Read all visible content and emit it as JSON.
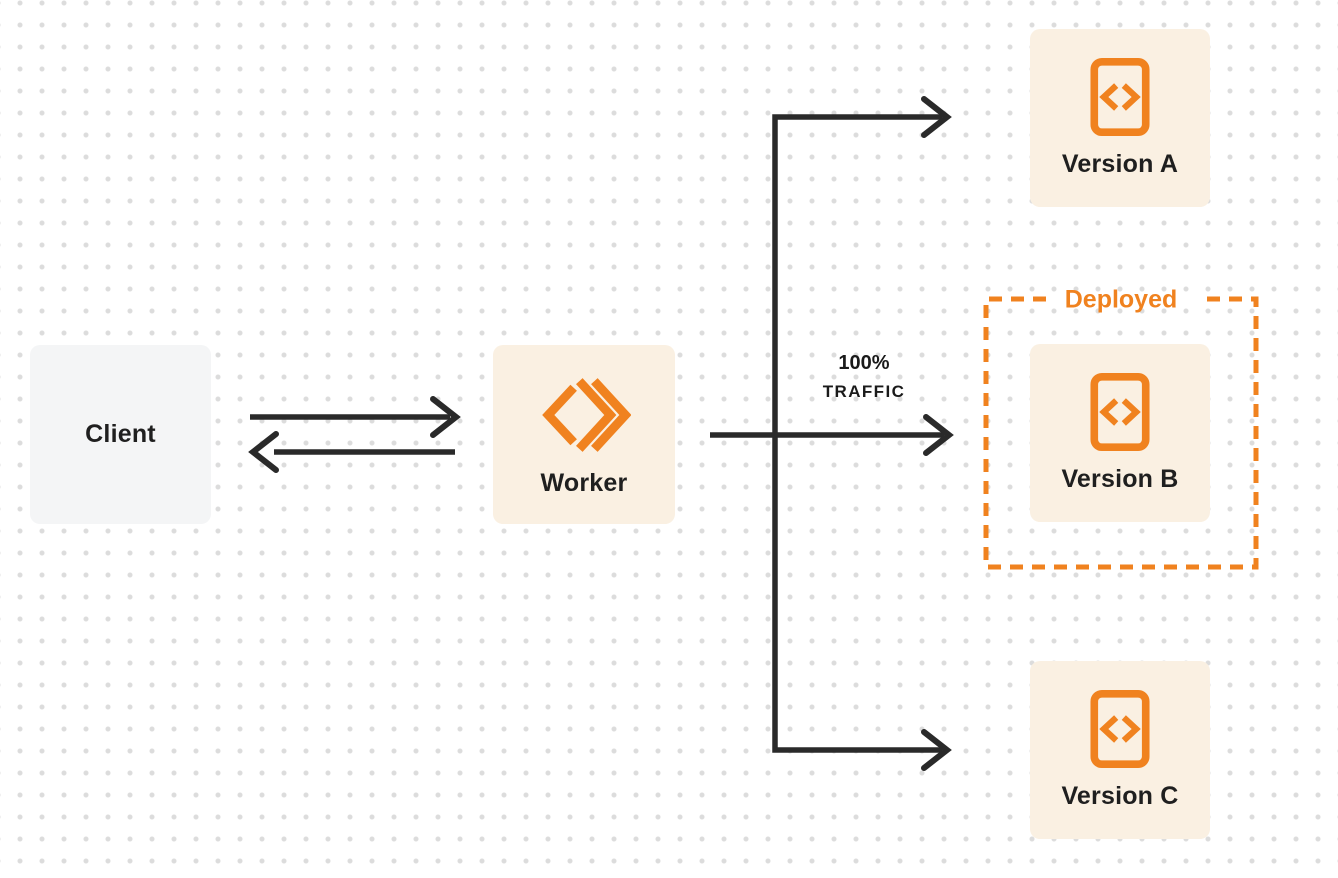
{
  "diagram": {
    "nodes": {
      "client": {
        "label": "Client"
      },
      "worker": {
        "label": "Worker",
        "icon": "workers-logo-icon"
      },
      "version_a": {
        "label": "Version A",
        "icon": "code-file-icon"
      },
      "version_b": {
        "label": "Version B",
        "icon": "code-file-icon"
      },
      "version_c": {
        "label": "Version C",
        "icon": "code-file-icon"
      }
    },
    "annotations": {
      "deployed_group_label": "Deployed",
      "traffic_label": {
        "line1": "100%",
        "line2": "TRAFFIC"
      }
    },
    "colors": {
      "accent_orange": "#F0821F",
      "node_fill_cream": "#FAF0E2",
      "node_fill_gray": "#F4F5F6",
      "arrow_dark": "#2A2A2A",
      "text_dark": "#1F1F1F",
      "grid_dot": "#DCDCDC",
      "background": "#FFFFFF"
    }
  }
}
